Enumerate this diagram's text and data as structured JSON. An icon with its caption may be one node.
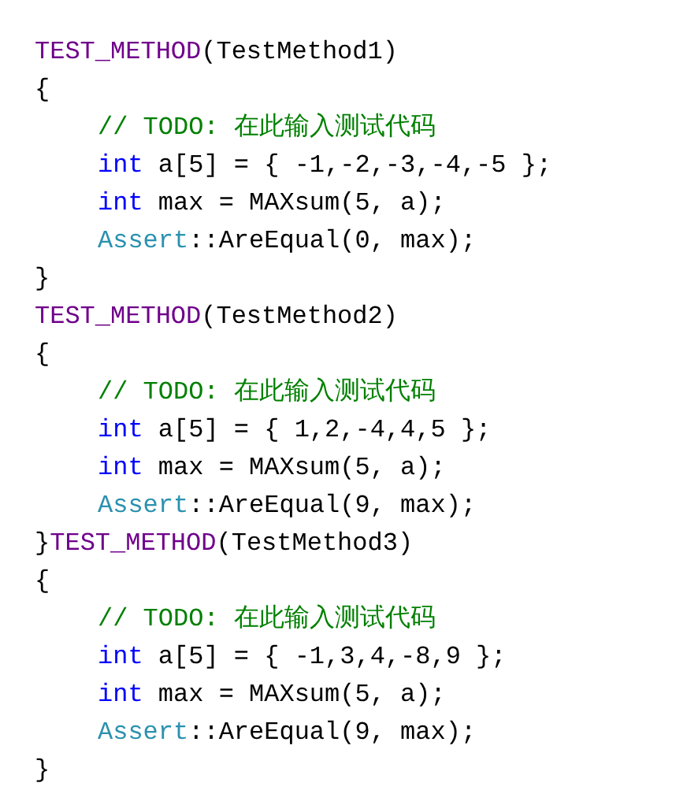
{
  "diagram": {
    "labels": [
      "TEST_METHOD",
      "(TestMethod1)",
      "{",
      "// TODO: 在此输入测试代码",
      "int",
      "a[5] = { -1,-2,-3,-4,-5 };",
      "int",
      "max = MAXsum(5, a);",
      "Assert",
      "::AreEqual(0, max);",
      "}",
      "TEST_METHOD",
      "(TestMethod2)",
      "{",
      "// TODO: 在此输入测试代码",
      "int",
      "a[5] = { 1,2,-4,4,5 };",
      "int",
      "max = MAXsum(5, a);",
      "Assert",
      "::AreEqual(9, max);",
      "}",
      "TEST_METHOD",
      "(TestMethod3)",
      "{",
      "// TODO: 在此输入测试代码",
      "int",
      "a[5] = { -1,3,4,-8,9 };",
      "int",
      "max = MAXsum(5, a);",
      "Assert",
      "::AreEqual(9, max);",
      "}"
    ]
  }
}
